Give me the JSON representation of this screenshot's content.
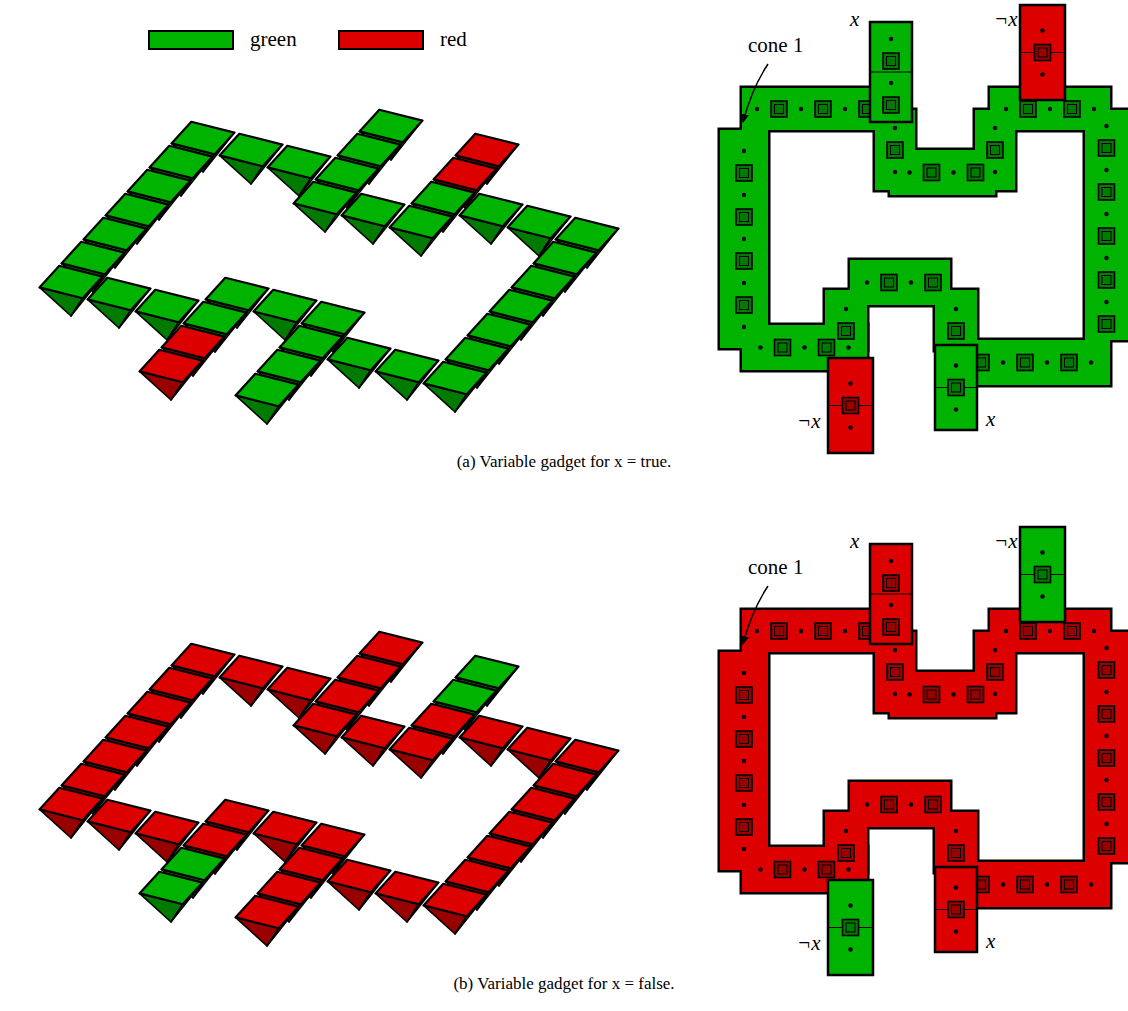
{
  "diagram": {
    "labels": [
      "cone 1",
      "x",
      "¬x",
      "¬x",
      "x",
      "(a) Variable gadget for x = true.",
      "cone 1",
      "x",
      "¬x",
      "¬x",
      "x",
      "(b) Variable gadget for x = false."
    ],
    "legend": [
      {
        "text": "green",
        "color": "#00b300"
      },
      {
        "text": "red",
        "color": "#dd0000"
      }
    ]
  }
}
